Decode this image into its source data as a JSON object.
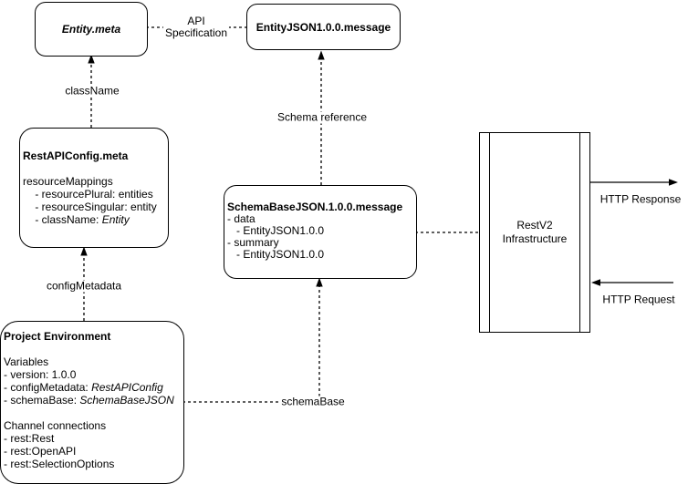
{
  "colors": {
    "stroke": "#000000",
    "text": "#000000",
    "background": "#ffffff"
  },
  "nodes": {
    "entity_meta": {
      "title": "Entity.meta"
    },
    "entity_json_message": {
      "title": "EntityJSON1.0.0.message"
    },
    "rest_api_config": {
      "title": "RestAPIConfig.meta",
      "lines": [
        {
          "text": "resourceMappings",
          "italic": ""
        },
        {
          "text": "    - resourcePlural: entities",
          "italic": ""
        },
        {
          "text": "    - resourceSingular: entity",
          "italic": ""
        },
        {
          "text": "    - className: ",
          "italic": "Entity"
        }
      ]
    },
    "schema_base_json_message": {
      "title": "SchemaBaseJSON.1.0.0.message",
      "lines": [
        {
          "text": "- data",
          "italic": ""
        },
        {
          "text": "   - EntityJSON1.0.0",
          "italic": ""
        },
        {
          "text": "- summary",
          "italic": ""
        },
        {
          "text": "   - EntityJSON1.0.0",
          "italic": ""
        }
      ]
    },
    "project_environment": {
      "title": "Project Environment",
      "lines": [
        {
          "text": "Variables",
          "italic": ""
        },
        {
          "text": "- version: 1.0.0",
          "italic": ""
        },
        {
          "text": "- configMetadata: ",
          "italic": "RestAPIConfig"
        },
        {
          "text": "- schemaBase: ",
          "italic": "SchemaBaseJSON"
        },
        {
          "text": "",
          "italic": ""
        },
        {
          "text": "Channel connections",
          "italic": ""
        },
        {
          "text": "- rest:Rest",
          "italic": ""
        },
        {
          "text": "- rest:OpenAPI",
          "italic": ""
        },
        {
          "text": "- rest:SelectionOptions",
          "italic": ""
        }
      ]
    },
    "restv2_infrastructure": {
      "title_line1": "RestV2",
      "title_line2": "Infrastructure"
    }
  },
  "connectors": {
    "api_specification": {
      "label_line1": "API",
      "label_line2": "Specification"
    },
    "class_name": {
      "label": "className"
    },
    "config_metadata": {
      "label": "configMetadata"
    },
    "schema_reference": {
      "label": "Schema reference"
    },
    "schema_base": {
      "label": "schemaBase"
    },
    "http_response": {
      "label": "HTTP Response"
    },
    "http_request": {
      "label": "HTTP Request"
    }
  }
}
